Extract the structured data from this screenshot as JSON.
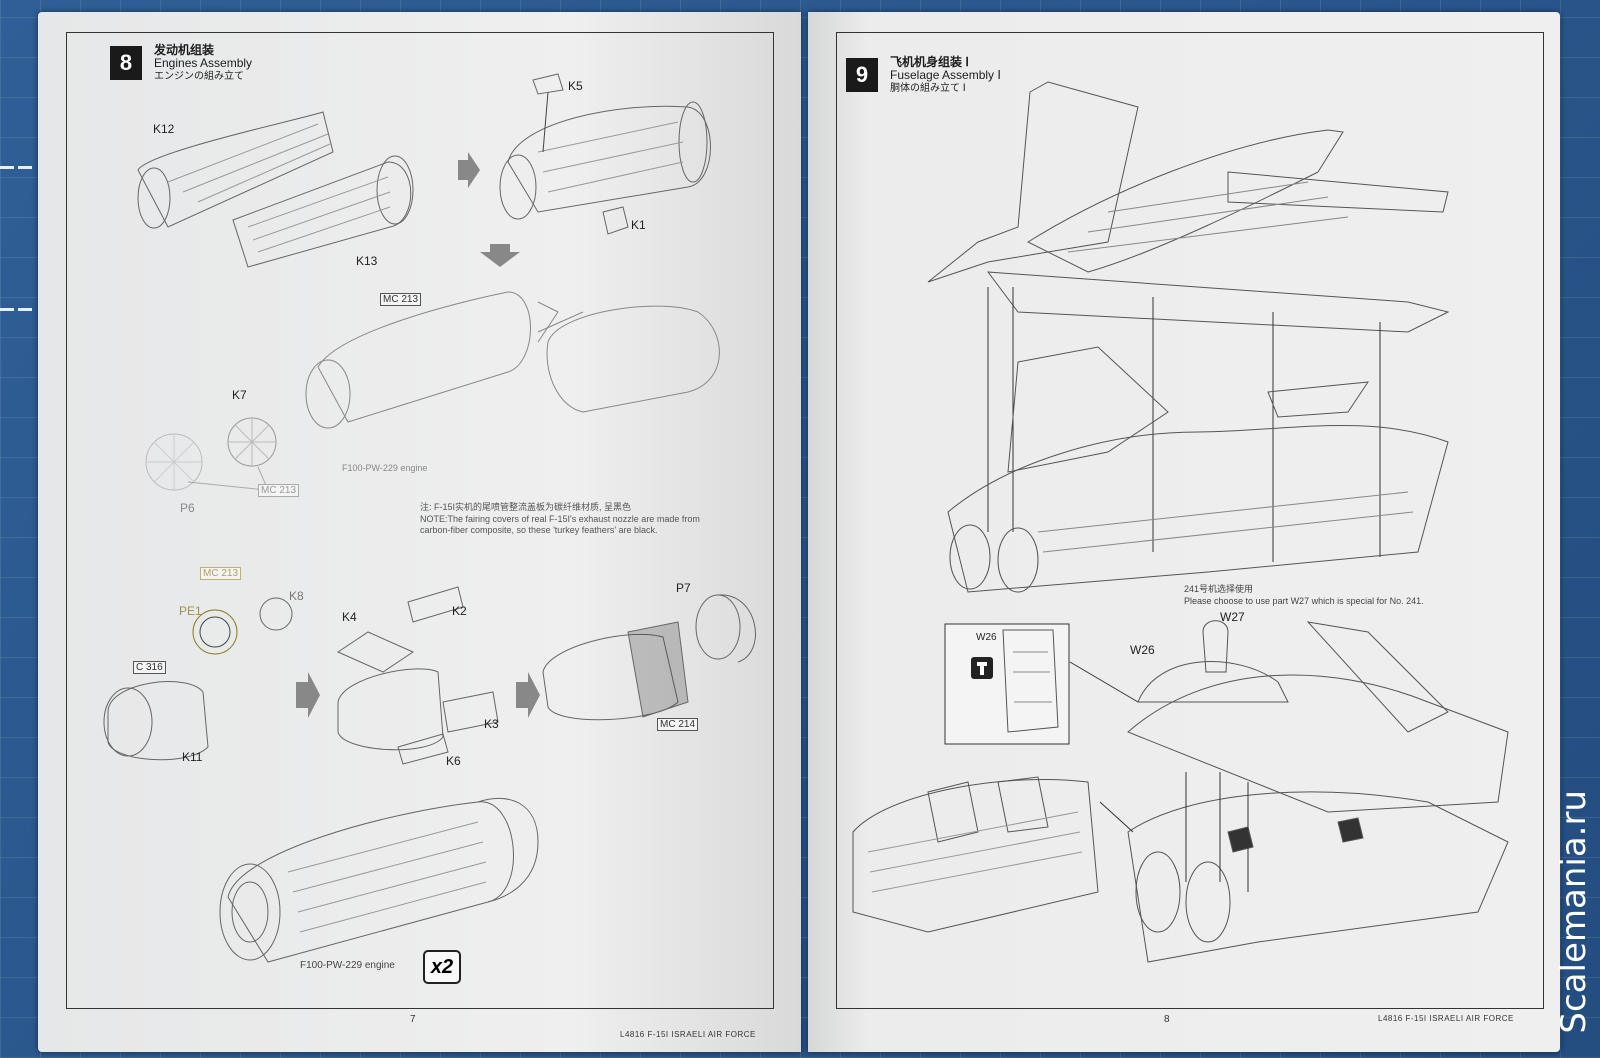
{
  "left_page": {
    "step": {
      "number": "8",
      "title_cn": "发动机组装",
      "title_en": "Engines Assembly",
      "title_jp": "エンジンの組み立て"
    },
    "labels": {
      "k12": "K12",
      "k5": "K5",
      "k1": "K1",
      "k13": "K13",
      "k7": "K7",
      "p6": "P6",
      "k8": "K8",
      "pe1": "PE1",
      "k4": "K4",
      "k2": "K2",
      "p7": "P7",
      "k3": "K3",
      "k6": "K6",
      "k11": "K11"
    },
    "paint_codes": {
      "mc213_a": "MC 213",
      "mc213_b": "MC 213",
      "mc213_c": "MC 213",
      "c316": "C 316",
      "mc214": "MC 214"
    },
    "engine_label_1": "F100-PW-229 engine",
    "engine_label_2": "F100-PW-229 engine",
    "note_cn": "注: F-15I实机的尾喷管整流盖板为碳纤维材质, 呈黑色",
    "note_en_1": "NOTE:The fairing covers of real F-15I's exhaust nozzle are made from",
    "note_en_2": "carbon-fiber composite, so these 'turkey feathers' are black.",
    "multiplier": "x2",
    "page_number": "7",
    "footer": "L4816  F-15I  ISRAELI  AIR  FORCE"
  },
  "right_page": {
    "step": {
      "number": "9",
      "title_cn": "飞机机身组装 Ⅰ",
      "title_en": "Fuselage Assembly Ⅰ",
      "title_jp": "胴体の組み立て Ⅰ"
    },
    "labels": {
      "w26_box": "W26",
      "w26": "W26",
      "w27": "W27"
    },
    "note_cn": "241号机选择使用",
    "note_en": "Please choose to use part W27 which is special for No. 241.",
    "page_number": "8",
    "footer": "L4816  F-15I  ISRAELI  AIR  FORCE"
  },
  "watermark": "Scalemania.ru"
}
